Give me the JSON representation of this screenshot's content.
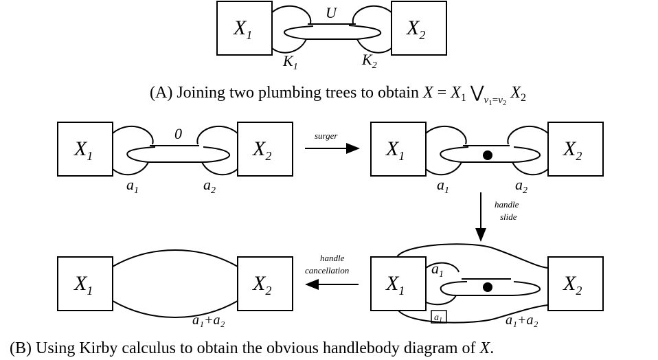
{
  "caption_a": {
    "tag": "(A)",
    "text": "Joining two plumbing trees to obtain X = X₁ ⋁ v₁=v₂ X₂"
  },
  "caption_b": {
    "tag": "(B)",
    "text": "Using Kirby calculus to obtain the obvious handlebody diagram of X."
  },
  "labels": {
    "x1": "X",
    "x1_sub": "1",
    "x2": "X",
    "x2_sub": "2",
    "u": "U",
    "k1": "K",
    "k1_sub": "1",
    "k2": "K",
    "k2_sub": "2",
    "zero": "0",
    "a": "a",
    "sub1": "1",
    "sub2": "2",
    "sum": "a₁+a₂"
  },
  "arrows": {
    "surger": "surger",
    "handle_slide": [
      "handle",
      "slide"
    ],
    "handle_cancellation": [
      "handle",
      "cancellation"
    ]
  },
  "colors": {
    "ink": "#000000",
    "background": "#ffffff"
  }
}
